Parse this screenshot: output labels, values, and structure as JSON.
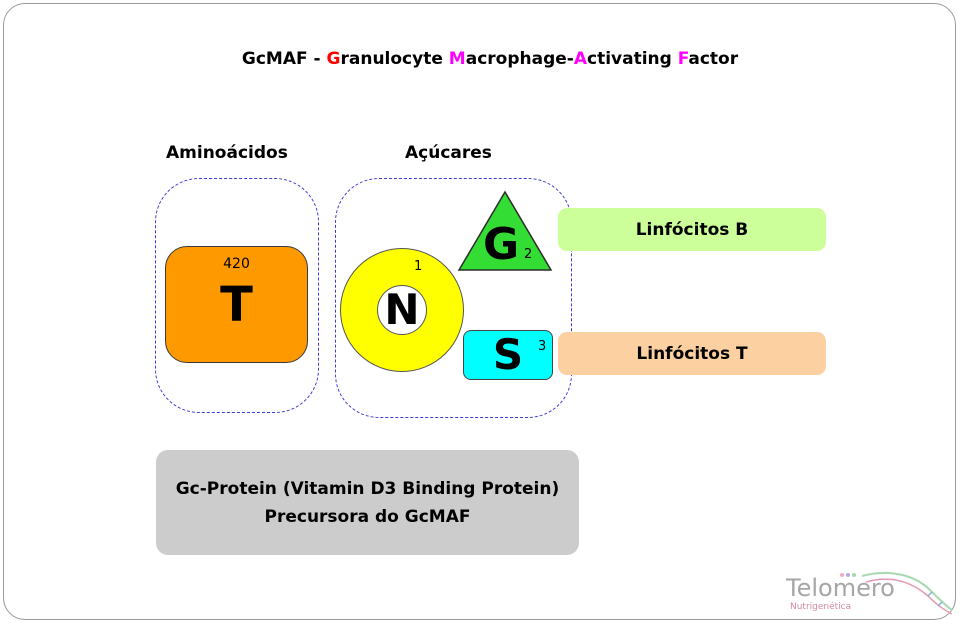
{
  "title": {
    "prefix": "GcMAF - ",
    "g": "G",
    "ranulocyte": "ranulocyte ",
    "m": "M",
    "acrophage": "acrophage-",
    "a": "A",
    "ctivating": "ctivating ",
    "f": "F",
    "actor": "actor"
  },
  "sections": {
    "amino_label": "Aminoácidos",
    "sugar_label": "Açúcares"
  },
  "nodes": {
    "t": {
      "letter": "T",
      "number": "420"
    },
    "n": {
      "letter": "N",
      "number": "1"
    },
    "g": {
      "letter": "G",
      "number": "2"
    },
    "s": {
      "letter": "S",
      "number": "3"
    }
  },
  "targets": {
    "b": "Linfócitos B",
    "t": "Linfócitos T"
  },
  "precursor": {
    "line1": "Gc-Protein (Vitamin D3 Binding Protein)",
    "line2": "Precursora do GcMAF"
  },
  "logo": {
    "name": "Telomero",
    "tagline": "Nutrigenética"
  },
  "colors": {
    "title_highlight_red": "#ff0000",
    "title_highlight_magenta": "#ff00ff",
    "t_box": "#ff9900",
    "n_ring": "#ffff00",
    "g_triangle": "#33dd33",
    "s_box": "#00ffff",
    "linfocitos_b": "#ccff99",
    "linfocitos_t": "#fcd0a0",
    "precursor_box": "#cccccc",
    "dashed_border": "#3b3bd6"
  }
}
